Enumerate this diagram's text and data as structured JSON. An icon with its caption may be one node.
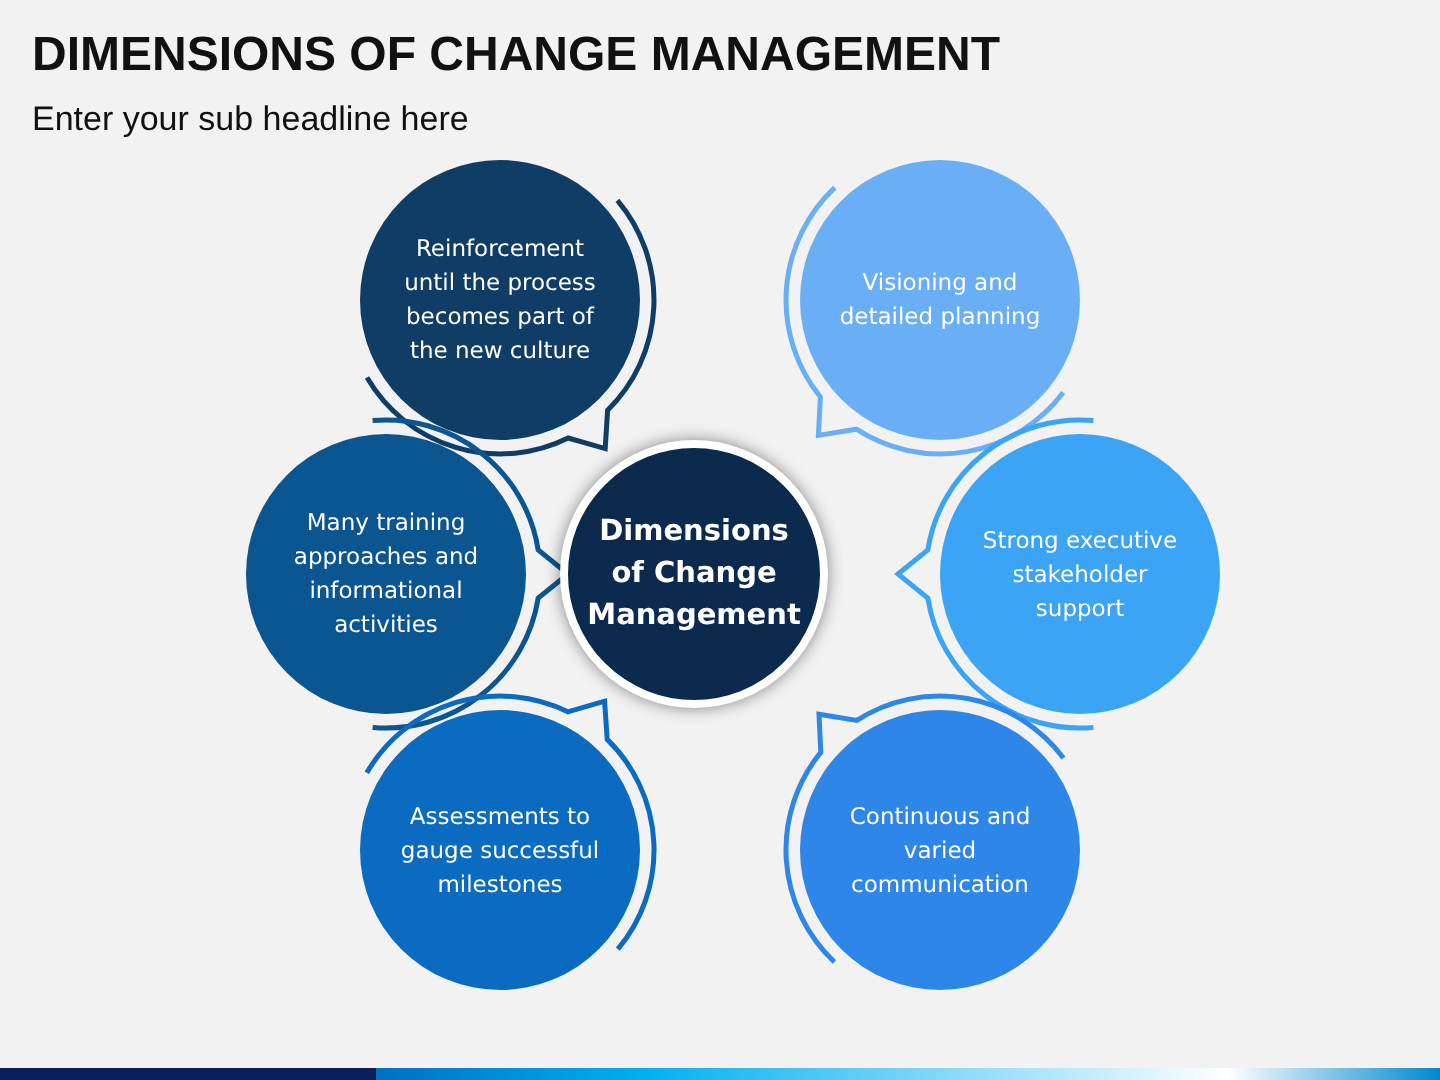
{
  "diagram": {
    "title": "DIMENSIONS OF CHANGE MANAGEMENT",
    "nodes": [
      {
        "text": [
          "Dimensions of Change Management"
        ]
      },
      {
        "text": [
          "Reinforcement until the process becomes part of the new culture"
        ]
      },
      {
        "text": [
          "Visioning and detailed planning"
        ]
      },
      {
        "text": [
          "Many training approaches and informational activities"
        ]
      },
      {
        "text": [
          "Strong executive stakeholder support"
        ]
      },
      {
        "text": [
          "Assessments to gauge successful milestones"
        ]
      },
      {
        "text": [
          "Continuous and varied communication"
        ]
      }
    ],
    "labels": [
      "Enter your sub headline here"
    ]
  }
}
